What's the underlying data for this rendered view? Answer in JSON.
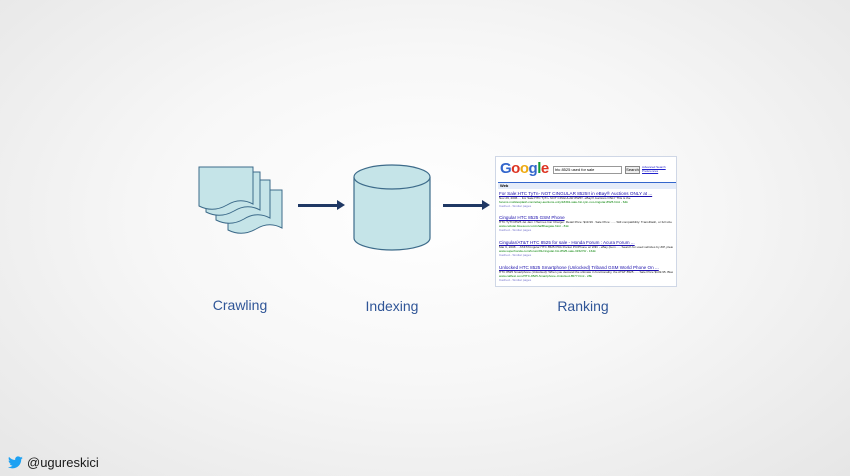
{
  "stages": {
    "crawling": "Crawling",
    "indexing": "Indexing",
    "ranking": "Ranking"
  },
  "serp": {
    "logo_letters": [
      "G",
      "o",
      "o",
      "g",
      "l",
      "e"
    ],
    "query": "htc 8525 used for sale",
    "search_button": "Search",
    "advanced_search": "Advanced Search",
    "preferences": "Preferences",
    "tab": "Web",
    "results": [
      {
        "title": "For Sale:HTC TyTn- NOT CINGULAR 8525!! in eBay® Auctions ONLY at ...",
        "snippet": "Nov 29, 2006 ... For Sale:HTC TyTn- NOT CINGULAR 8525!!. eBay® Auctions ONLY This is the",
        "url": "forums.mobilesplash.com/ebay-auctions-only/18391-sale-htc-tytn-not-cingular-8525.html - 64k",
        "links": "Cached - Similar pages"
      },
      {
        "title": "Cingular HTC 8525 GSM Phone",
        "snippet": "HTC TyTN 8525 Jet Jam / Hermes Car Charger. Retail Price: $19.99 . Sale Price: ..... Still compatibility: TransFlash, or full size SD when used with an adaptor ...",
        "url": "www.cellular.bluesout.com/sha/Bluegate.html - 81k",
        "links": "Cached - Similar pages"
      },
      {
        "title": "Cingular/AT&T HTC 8525 for sale - Honda Forum : Acura Forum ...",
        "snippet": "Mar 6, 2008 ... AT&T/Cingular HTC 8525 PDA Pocket PC/Phone w/ WiFi - eBay (item ..... Search for used vehicles by ZIP, please enter Zipcode below ...",
        "url": "www.superhonda.com/forum/81/cingular-htc-8525-sale-315270/ - 164k",
        "links": "Cached - Similar pages"
      },
      {
        "title": "Unlocked HTC 8525 Smartphone (Unlocked) Triband GSM World Phone On ...",
        "snippet": "HTC 8525 Smartphone (Unlocked): When you demand the ultimate in functionality, the AT&T 8525 ..... Sale Price $149.95. Blackberry RIM 9500 Bluetooth Headset ...",
        "url": "www.callfest.com/HTC-8525-Smartphone-Unlocked-8577.html - 28k",
        "links": "Cached - Similar pages"
      }
    ]
  },
  "footer": {
    "handle": "@ugureskici"
  },
  "colors": {
    "label_blue": "#2f5597",
    "arrow_navy": "#1f3864",
    "shape_fill": "#c5e4e8",
    "shape_stroke": "#3d6b8a"
  },
  "icons": {
    "social": "twitter-bird-icon",
    "crawling": "stacked-pages-icon",
    "indexing": "database-cylinder-icon"
  }
}
